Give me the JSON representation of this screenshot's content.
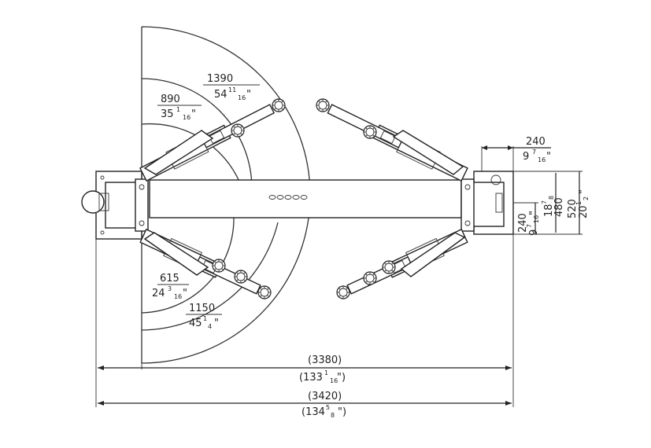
{
  "dimensions": {
    "arc_1390": {
      "mm": "1390",
      "inch_whole": "54",
      "inch_frac_num": "11",
      "inch_frac_den": "16",
      "inch_mark": "\""
    },
    "arc_890": {
      "mm": "890",
      "inch_whole": "35",
      "inch_frac_num": "1",
      "inch_frac_den": "16",
      "inch_mark": "\""
    },
    "arc_615": {
      "mm": "615",
      "inch_whole": "24",
      "inch_frac_num": "3",
      "inch_frac_den": "16",
      "inch_mark": "\""
    },
    "arc_1150": {
      "mm": "1150",
      "inch_whole": "45",
      "inch_frac_num": "1",
      "inch_frac_den": "4",
      "inch_mark": "\""
    },
    "post_offset_top": {
      "mm": "240",
      "inch_whole": "9",
      "inch_frac_num": "7",
      "inch_frac_den": "16",
      "inch_mark": "\""
    },
    "post_offset_side": {
      "mm": "240",
      "inch_whole": "9",
      "inch_frac_num": "7",
      "inch_frac_den": "16",
      "inch_mark": "\""
    },
    "post_depth_480": {
      "mm": "480",
      "inch_whole": "18",
      "inch_frac_num": "7",
      "inch_frac_den": "8",
      "inch_mark": ""
    },
    "base_depth_520": {
      "mm": "520",
      "inch_whole": "20",
      "inch_frac_num": "1",
      "inch_frac_den": "2",
      "inch_mark": "\""
    },
    "inner_width": {
      "mm": "(3380)",
      "inch_open": "(133",
      "inch_frac_num": "1",
      "inch_frac_den": "16",
      "inch_close": "\")"
    },
    "outer_width": {
      "mm": "(3420)",
      "inch_open": "(134",
      "inch_frac_num": "5",
      "inch_frac_den": "8",
      "inch_close": "\")"
    }
  }
}
